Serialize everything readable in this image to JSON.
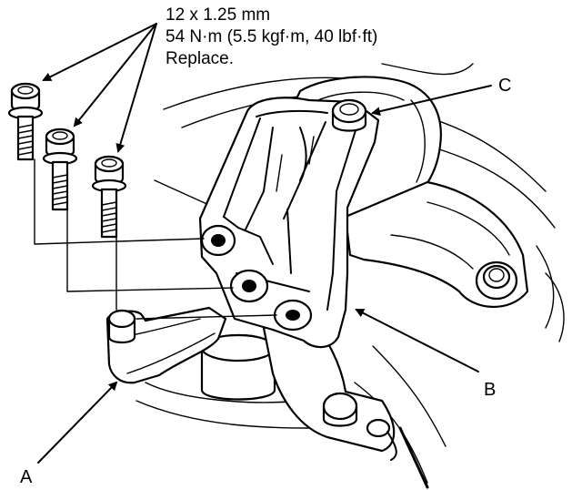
{
  "spec": {
    "thread": "12 x 1.25 mm",
    "torque": "54 N·m (5.5 kgf·m, 40 lbf·ft)",
    "note": "Replace."
  },
  "callouts": {
    "a": "A",
    "b": "B",
    "c": "C"
  }
}
